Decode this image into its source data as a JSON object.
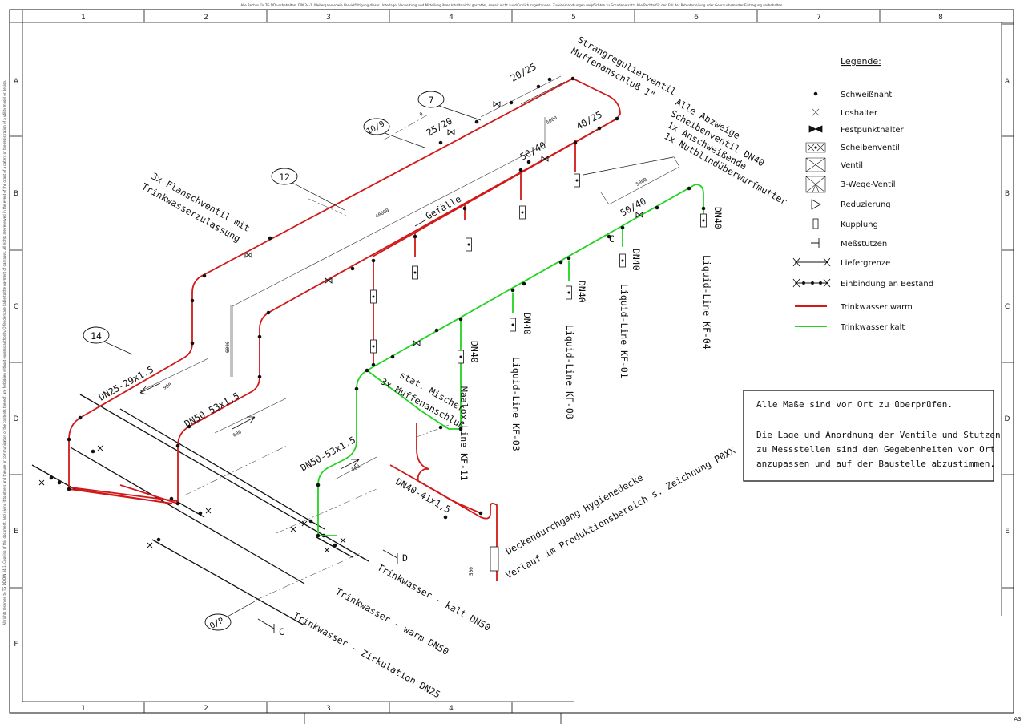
{
  "header_note": "Alle Rechte für TG DD vorbehalten. DIN 34-1. Weitergabe sowie Vervielfältigung dieser Unterlage, Verwertung und Mitteilung ihres Inhalts nicht gestattet, soweit nicht ausdrücklich zugestanden. Zuwiderhandlungen verpflichten zu Schadenersatz. Alle Rechte für den Fall der Patenterteilung oder Gebrauchsmuster-Eintragung vorbehalten.",
  "side_note": "All rights reserved to TG DD DIN 34-1. Copying of this document, and giving it to others and the use or communication of the contents thereof, are forbidden without express authority. Offenders are liable to the payment of damages. All rights are reserved in the event of the grant of a patent or the registration of a utility model or design.",
  "grid": {
    "cols": [
      "1",
      "2",
      "3",
      "4",
      "5",
      "6",
      "7",
      "8"
    ],
    "rows": [
      "A",
      "B",
      "C",
      "D",
      "E",
      "F"
    ],
    "sheet_size": "A3"
  },
  "legend": {
    "title": "Legende:",
    "items": [
      {
        "label": "Schweißnaht",
        "icon": "weld-dot-icon"
      },
      {
        "label": "Loshalter",
        "icon": "loose-support-icon"
      },
      {
        "label": "Festpunkthalter",
        "icon": "fixed-point-icon"
      },
      {
        "label": "Scheibenventil",
        "icon": "disc-valve-icon"
      },
      {
        "label": "Ventil",
        "icon": "valve-icon"
      },
      {
        "label": "3-Wege-Ventil",
        "icon": "three-way-valve-icon"
      },
      {
        "label": "Reduzierung",
        "icon": "reducer-icon"
      },
      {
        "label": "Kupplung",
        "icon": "coupling-icon"
      },
      {
        "label": "Meßstutzen",
        "icon": "measuring-nozzle-icon"
      },
      {
        "label": "Liefergrenze",
        "icon": "delivery-limit-icon"
      },
      {
        "label": "Einbindung an Bestand",
        "icon": "tie-in-icon"
      },
      {
        "label": "Trinkwasser warm",
        "icon": "warm-line-icon",
        "color": "#d11919"
      },
      {
        "label": "Trinkwasser kalt",
        "icon": "cold-line-icon",
        "color": "#22d422"
      }
    ]
  },
  "notes": {
    "line1": "Alle Maße sind vor Ort zu überprüfen.",
    "line2": "Die Lage und Anordnung der Ventile und Stutzen",
    "line3": "zu Messstellen sind den Gegebenheiten vor Ort",
    "line4": "anzupassen und auf der Baustelle abzustimmen."
  },
  "labels": {
    "strang1": "Strangregulierventil",
    "strang2": "Muffenanschluß 1\"",
    "abzweig1": "Alle Abzweige",
    "abzweig2": "Scheibenventil DN40",
    "abzweig3": "1x Anschweißende",
    "abzweig4": "1x Nutblindüberwurfmutter",
    "flansch1": "3x Flanschventil mit",
    "flansch2": "Trinkwasserzulassung",
    "mischer1": "stat. Mischer",
    "mischer2": "3x Muffenanschluß",
    "gefaelle": "Gefälle",
    "dn25": "DN25-29x1,5",
    "dn50warm": "DN50 53x1,5",
    "dn50kalt": "DN50-53x1,5",
    "dn40": "DN40-41x1,5",
    "r2025": "20/25",
    "r2520": "25/20",
    "r4025": "40/25",
    "r5040a": "50/40",
    "r5040b": "50/40",
    "bubble7": "7",
    "bubble109": "10/9",
    "bubble12": "12",
    "bubble14": "14",
    "bubbleOP": "O/P",
    "ll04": "Liquid-Line KF-04",
    "ll01": "Liquid-Line KF-01",
    "ll08": "Liquid-Line KF-08",
    "ll03": "Liquid-Line KF-03",
    "ll11": "Maalox-Line KF-11",
    "dn40tag": "DN40",
    "kalt": "Trinkwasser - kalt DN50",
    "warm": "Trinkwasser - warm DN50",
    "zirk": "Trinkwasser - Zirkulation DN25",
    "decke": "Deckendurchgang Hygienedecke",
    "verlauf": "Verlauf im Produktionsbereich s. Zeichnung P0XX",
    "markD": "D",
    "markC": "C",
    "markC2": "C",
    "dim40000": "40000",
    "dim5000a": "5000",
    "dim5000b": "5000",
    "dim6000": "6000",
    "dim900": "900",
    "dim600": "600",
    "dim500": "500",
    "dim500v": "500",
    "dim0": "0"
  }
}
